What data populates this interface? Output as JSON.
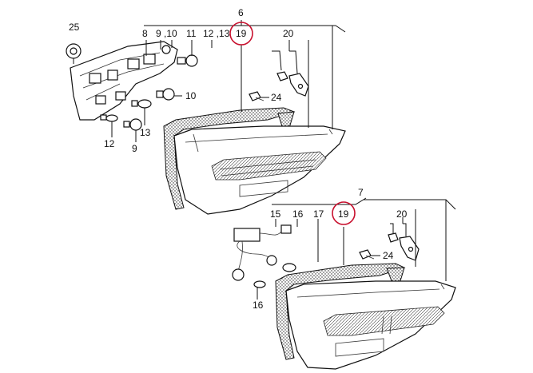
{
  "diagram": {
    "labels": {
      "l25": "25",
      "l6": "6",
      "l8": "8",
      "l9_10": "9 ,10",
      "l11": "11",
      "l12_13": "12 ,13",
      "l19a": "19",
      "l20a": "20",
      "l24a": "24",
      "l10": "10",
      "l13": "13",
      "l12": "12",
      "l9": "9",
      "l7": "7",
      "l15": "15",
      "l16a": "16",
      "l17": "17",
      "l19b": "19",
      "l20b": "20",
      "l24b": "24",
      "l16b": "16"
    },
    "highlight_color": "#c8102e",
    "line_color": "#111111"
  }
}
